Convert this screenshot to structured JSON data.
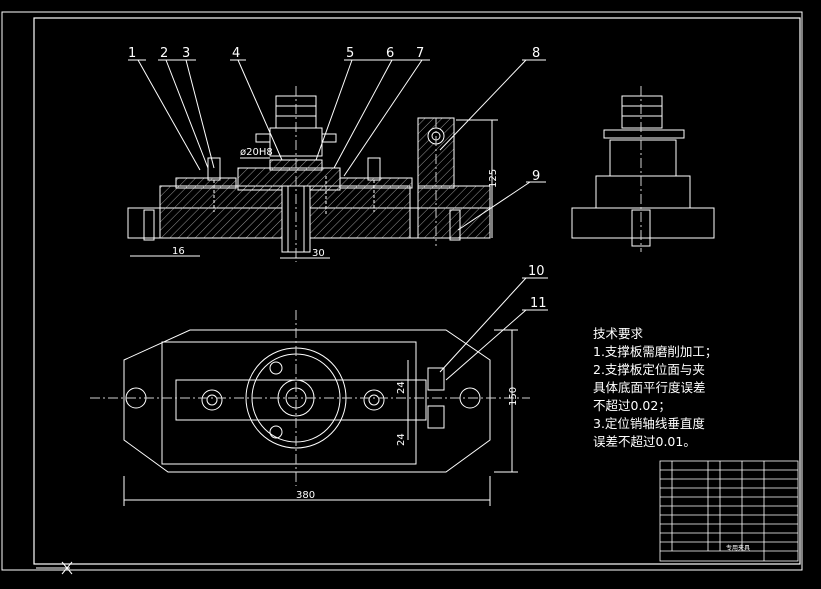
{
  "balloons": [
    "1",
    "2",
    "3",
    "4",
    "5",
    "6",
    "7",
    "8",
    "9",
    "10",
    "11"
  ],
  "dimensions": {
    "bore_fit": "ø20H8",
    "height_125": "125",
    "width_16": "16",
    "width_30": "30",
    "overall_length": "380",
    "height_150": "150",
    "offset_top": "24",
    "offset_bottom": "24"
  },
  "notes": {
    "title": "技术要求",
    "lines": [
      "1.支撑板需磨削加工；",
      "2.支撑板定位面与夹",
      "具体底面平行度误差",
      "不超过0.02；",
      "3.定位销轴线垂直度",
      "误差不超过0.01。"
    ]
  },
  "title_block": {
    "drawing_name": "专用夹具"
  },
  "colors": {
    "background": "#000000",
    "outline": "#ffffff",
    "centerline": "#d0d0d0",
    "hatch": "#bfbfbf"
  }
}
